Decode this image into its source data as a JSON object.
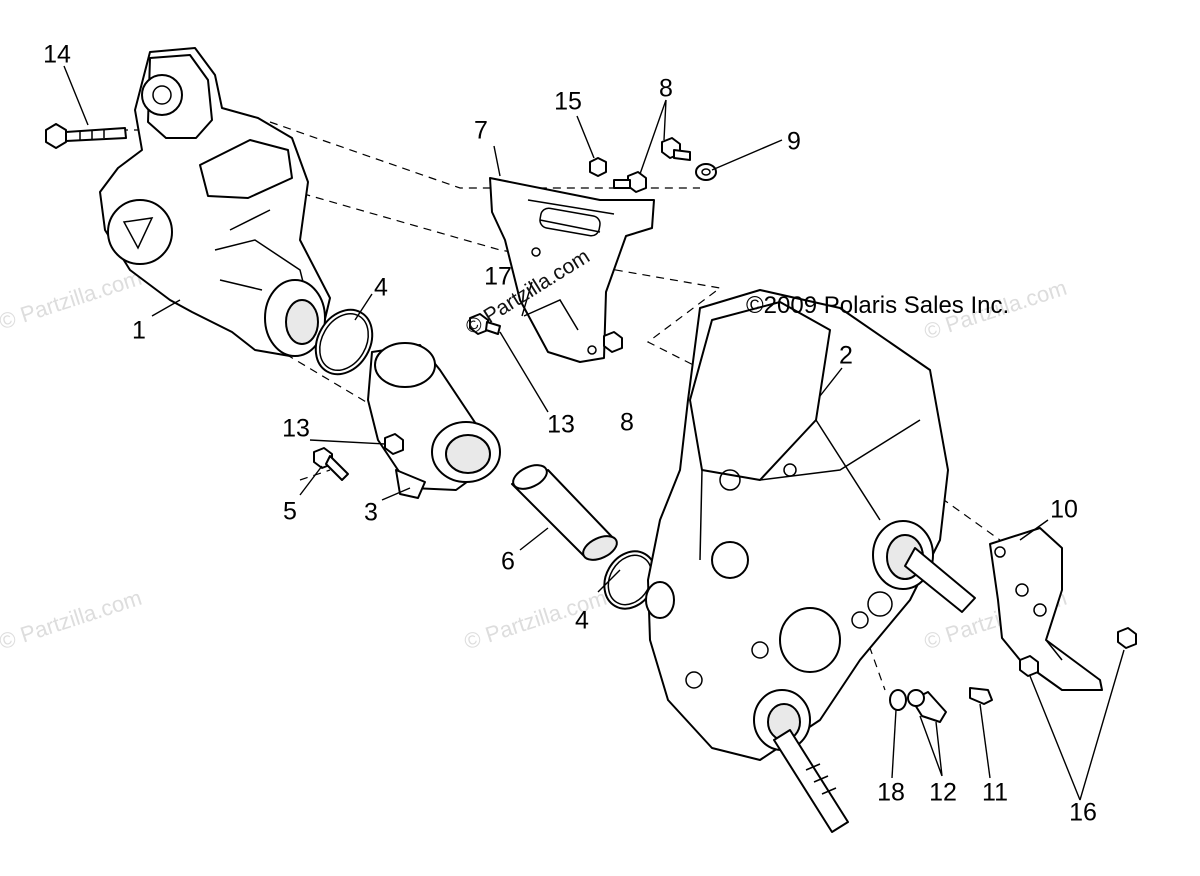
{
  "watermark_text": "© Partzilla.com",
  "copyright": "©2009 Polaris Sales Inc.",
  "callouts": {
    "c1": "1",
    "c2": "2",
    "c3": "3",
    "c4a": "4",
    "c4b": "4",
    "c5": "5",
    "c6": "6",
    "c7": "7",
    "c8a": "8",
    "c8b": "8",
    "c9": "9",
    "c10": "10",
    "c11": "11",
    "c12": "12",
    "c13a": "13",
    "c13b": "13",
    "c14": "14",
    "c15": "15",
    "c16": "16",
    "c17": "17",
    "c18": "18"
  },
  "colors": {
    "line": "#000000",
    "watermark": "#dddddd",
    "background": "#ffffff"
  }
}
